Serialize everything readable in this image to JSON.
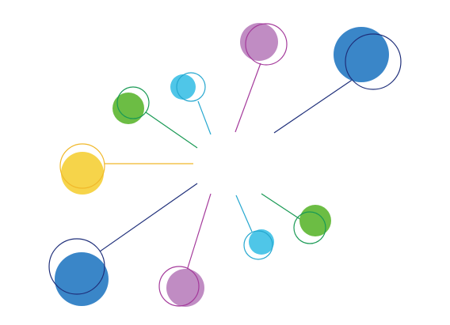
{
  "diagram": {
    "type": "radial-bubble-burst",
    "colors": {
      "blue": "#3a86c8",
      "navy": "#1f2f7a",
      "purple": "#c08cc3",
      "purple_line": "#a43a9b",
      "cyan": "#4fc6e8",
      "cyan_line": "#25a7cf",
      "green": "#6cbd44",
      "green_line": "#1a9a55",
      "yellow": "#f6d44a",
      "yellow_line": "#f0b82a"
    },
    "spokes": [
      {
        "name": "purple-top",
        "fill": "purple",
        "stroke": "purple_line"
      },
      {
        "name": "blue-top-right",
        "fill": "blue",
        "stroke": "navy"
      },
      {
        "name": "cyan-top",
        "fill": "cyan",
        "stroke": "cyan_line"
      },
      {
        "name": "green-top-left",
        "fill": "green",
        "stroke": "green_line"
      },
      {
        "name": "yellow-left",
        "fill": "yellow",
        "stroke": "yellow_line"
      },
      {
        "name": "blue-bottom-left",
        "fill": "blue",
        "stroke": "navy"
      },
      {
        "name": "purple-bottom",
        "fill": "purple",
        "stroke": "purple_line"
      },
      {
        "name": "cyan-bottom",
        "fill": "cyan",
        "stroke": "cyan_line"
      },
      {
        "name": "green-bottom-right",
        "fill": "green",
        "stroke": "green_line"
      }
    ]
  }
}
